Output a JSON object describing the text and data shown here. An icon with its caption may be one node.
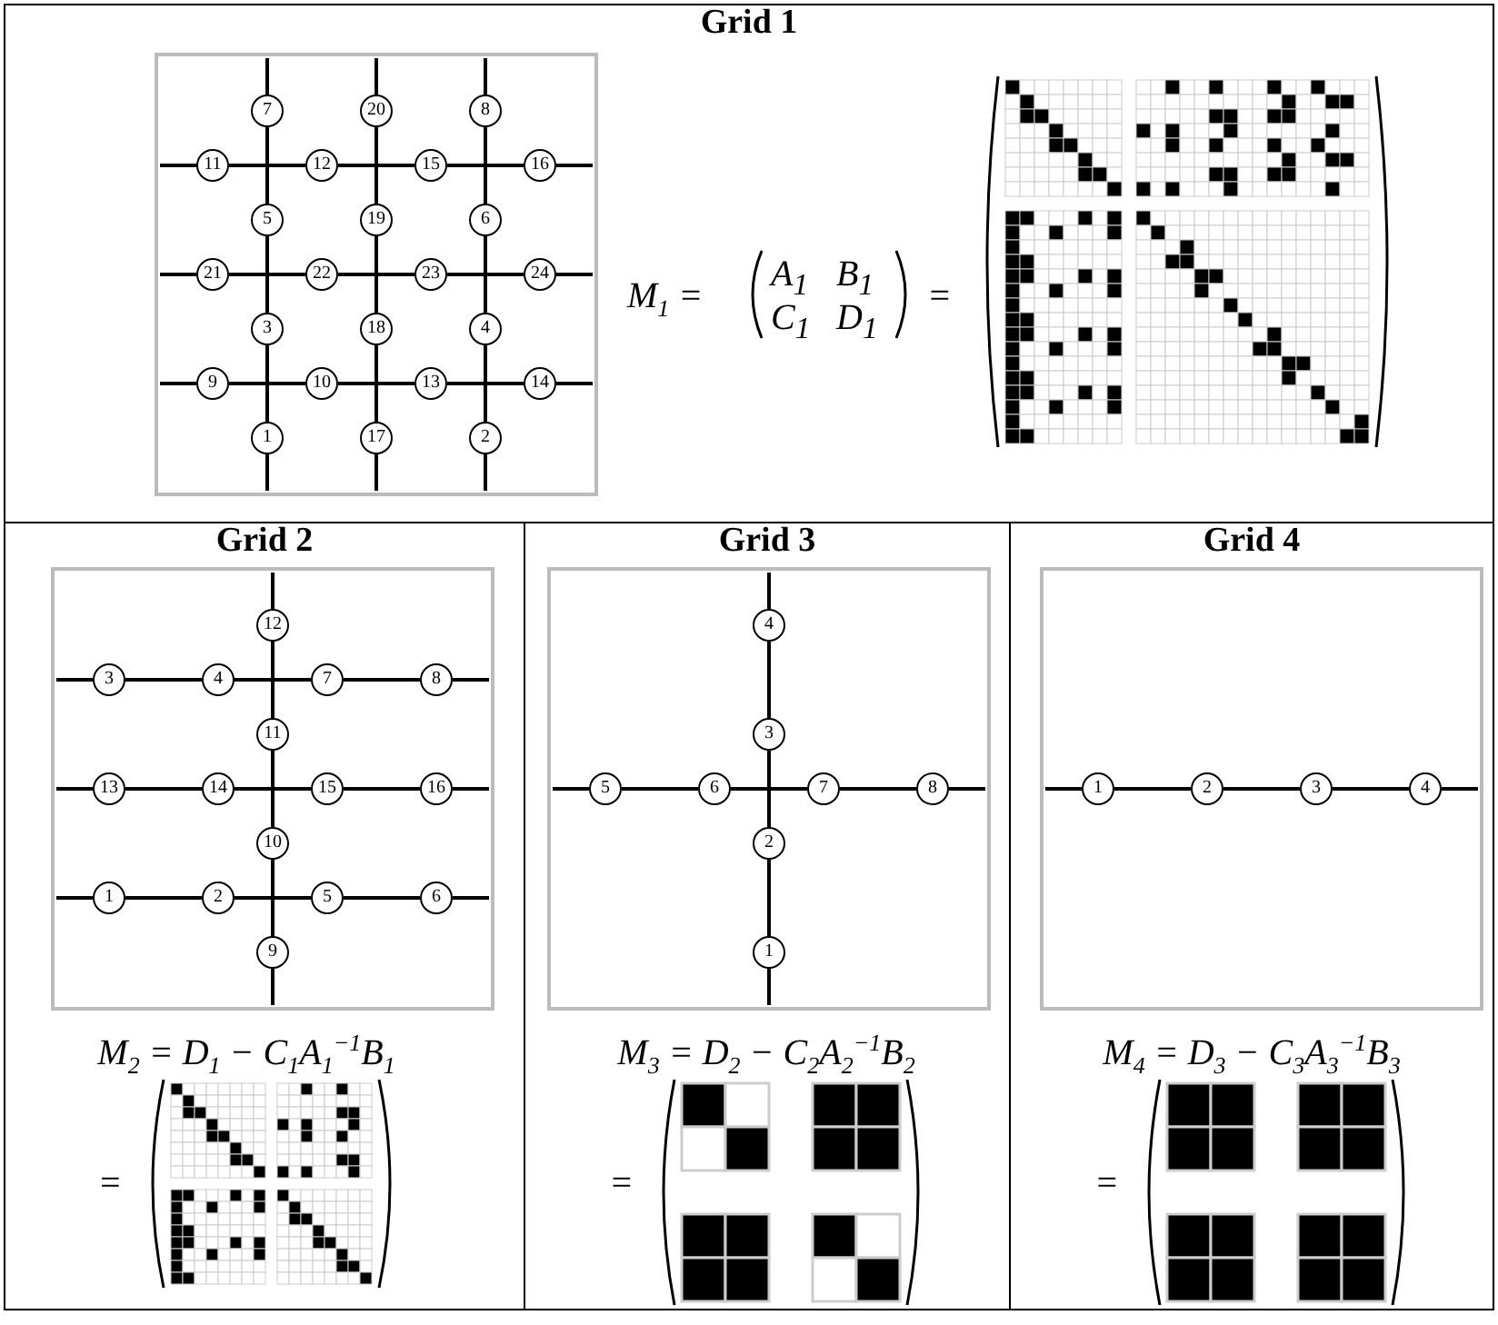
{
  "diagram": {
    "nodes": [
      {
        "text": [
          "Grid 1"
        ]
      },
      {
        "text": [
          "1"
        ],
        "in": 0
      },
      {
        "text": [
          "2"
        ],
        "in": 0
      },
      {
        "text": [
          "3"
        ],
        "in": 0
      },
      {
        "text": [
          "4"
        ],
        "in": 0
      },
      {
        "text": [
          "5"
        ],
        "in": 0
      },
      {
        "text": [
          "6"
        ],
        "in": 0
      },
      {
        "text": [
          "7"
        ],
        "in": 0
      },
      {
        "text": [
          "8"
        ],
        "in": 0
      },
      {
        "text": [
          "9"
        ],
        "in": 0
      },
      {
        "text": [
          "10"
        ],
        "in": 0
      },
      {
        "text": [
          "11"
        ],
        "in": 0
      },
      {
        "text": [
          "12"
        ],
        "in": 0
      },
      {
        "text": [
          "13"
        ],
        "in": 0
      },
      {
        "text": [
          "14"
        ],
        "in": 0
      },
      {
        "text": [
          "15"
        ],
        "in": 0
      },
      {
        "text": [
          "16"
        ],
        "in": 0
      },
      {
        "text": [
          "17"
        ],
        "in": 0
      },
      {
        "text": [
          "18"
        ],
        "in": 0
      },
      {
        "text": [
          "19"
        ],
        "in": 0
      },
      {
        "text": [
          "20"
        ],
        "in": 0
      },
      {
        "text": [
          "21"
        ],
        "in": 0
      },
      {
        "text": [
          "22"
        ],
        "in": 0
      },
      {
        "text": [
          "23"
        ],
        "in": 0
      },
      {
        "text": [
          "24"
        ],
        "in": 0
      },
      {
        "text": [
          "Grid 2"
        ]
      },
      {
        "text": [
          "1"
        ],
        "in": 25
      },
      {
        "text": [
          "2"
        ],
        "in": 25
      },
      {
        "text": [
          "3"
        ],
        "in": 25
      },
      {
        "text": [
          "4"
        ],
        "in": 25
      },
      {
        "text": [
          "5"
        ],
        "in": 25
      },
      {
        "text": [
          "6"
        ],
        "in": 25
      },
      {
        "text": [
          "7"
        ],
        "in": 25
      },
      {
        "text": [
          "8"
        ],
        "in": 25
      },
      {
        "text": [
          "9"
        ],
        "in": 25
      },
      {
        "text": [
          "10"
        ],
        "in": 25
      },
      {
        "text": [
          "11"
        ],
        "in": 25
      },
      {
        "text": [
          "12"
        ],
        "in": 25
      },
      {
        "text": [
          "13"
        ],
        "in": 25
      },
      {
        "text": [
          "14"
        ],
        "in": 25
      },
      {
        "text": [
          "15"
        ],
        "in": 25
      },
      {
        "text": [
          "16"
        ],
        "in": 25
      },
      {
        "text": [
          "Grid 3"
        ]
      },
      {
        "text": [
          "1"
        ],
        "in": 42
      },
      {
        "text": [
          "2"
        ],
        "in": 42
      },
      {
        "text": [
          "3"
        ],
        "in": 42
      },
      {
        "text": [
          "4"
        ],
        "in": 42
      },
      {
        "text": [
          "5"
        ],
        "in": 42
      },
      {
        "text": [
          "6"
        ],
        "in": 42
      },
      {
        "text": [
          "7"
        ],
        "in": 42
      },
      {
        "text": [
          "8"
        ],
        "in": 42
      },
      {
        "text": [
          "Grid 4"
        ]
      },
      {
        "text": [
          "1"
        ],
        "in": 51
      },
      {
        "text": [
          "2"
        ],
        "in": 51
      },
      {
        "text": [
          "3"
        ],
        "in": 51
      },
      {
        "text": [
          "4"
        ],
        "in": 51
      }
    ],
    "edges": [
      {
        "from": null,
        "to": 11,
        "arrow": "none"
      },
      {
        "from": 11,
        "to": 12,
        "arrow": "none"
      },
      {
        "from": 12,
        "to": 15,
        "arrow": "none"
      },
      {
        "from": 15,
        "to": 16,
        "arrow": "none"
      },
      {
        "from": 16,
        "to": null,
        "arrow": "none"
      },
      {
        "from": null,
        "to": 21,
        "arrow": "none"
      },
      {
        "from": 21,
        "to": 22,
        "arrow": "none"
      },
      {
        "from": 22,
        "to": 23,
        "arrow": "none"
      },
      {
        "from": 23,
        "to": 24,
        "arrow": "none"
      },
      {
        "from": 24,
        "to": null,
        "arrow": "none"
      },
      {
        "from": null,
        "to": 9,
        "arrow": "none"
      },
      {
        "from": 9,
        "to": 10,
        "arrow": "none"
      },
      {
        "from": 10,
        "to": 13,
        "arrow": "none"
      },
      {
        "from": 13,
        "to": 14,
        "arrow": "none"
      },
      {
        "from": 14,
        "to": null,
        "arrow": "none"
      },
      {
        "from": null,
        "to": 7,
        "arrow": "none"
      },
      {
        "from": 7,
        "to": 5,
        "arrow": "none"
      },
      {
        "from": 5,
        "to": 3,
        "arrow": "none"
      },
      {
        "from": 3,
        "to": 1,
        "arrow": "none"
      },
      {
        "from": 1,
        "to": null,
        "arrow": "none"
      },
      {
        "from": null,
        "to": 20,
        "arrow": "none"
      },
      {
        "from": 20,
        "to": 19,
        "arrow": "none"
      },
      {
        "from": 19,
        "to": 18,
        "arrow": "none"
      },
      {
        "from": 18,
        "to": 17,
        "arrow": "none"
      },
      {
        "from": 17,
        "to": null,
        "arrow": "none"
      },
      {
        "from": null,
        "to": 8,
        "arrow": "none"
      },
      {
        "from": 8,
        "to": 6,
        "arrow": "none"
      },
      {
        "from": 6,
        "to": 4,
        "arrow": "none"
      },
      {
        "from": 4,
        "to": 2,
        "arrow": "none"
      },
      {
        "from": 2,
        "to": null,
        "arrow": "none"
      },
      {
        "from": null,
        "to": 28,
        "arrow": "none"
      },
      {
        "from": 28,
        "to": 29,
        "arrow": "none"
      },
      {
        "from": 29,
        "to": 32,
        "arrow": "none"
      },
      {
        "from": 32,
        "to": 33,
        "arrow": "none"
      },
      {
        "from": 33,
        "to": null,
        "arrow": "none"
      },
      {
        "from": null,
        "to": 38,
        "arrow": "none"
      },
      {
        "from": 38,
        "to": 39,
        "arrow": "none"
      },
      {
        "from": 39,
        "to": 40,
        "arrow": "none"
      },
      {
        "from": 40,
        "to": 41,
        "arrow": "none"
      },
      {
        "from": 41,
        "to": null,
        "arrow": "none"
      },
      {
        "from": null,
        "to": 26,
        "arrow": "none"
      },
      {
        "from": 26,
        "to": 27,
        "arrow": "none"
      },
      {
        "from": 27,
        "to": 30,
        "arrow": "none"
      },
      {
        "from": 30,
        "to": 31,
        "arrow": "none"
      },
      {
        "from": 31,
        "to": null,
        "arrow": "none"
      },
      {
        "from": null,
        "to": 37,
        "arrow": "none"
      },
      {
        "from": 37,
        "to": 36,
        "arrow": "none"
      },
      {
        "from": 36,
        "to": 35,
        "arrow": "none"
      },
      {
        "from": 35,
        "to": 34,
        "arrow": "none"
      },
      {
        "from": 34,
        "to": null,
        "arrow": "none"
      },
      {
        "from": null,
        "to": 46,
        "arrow": "none"
      },
      {
        "from": 46,
        "to": 45,
        "arrow": "none"
      },
      {
        "from": 45,
        "to": 44,
        "arrow": "none"
      },
      {
        "from": 44,
        "to": 43,
        "arrow": "none"
      },
      {
        "from": 43,
        "to": null,
        "arrow": "none"
      },
      {
        "from": null,
        "to": 47,
        "arrow": "none"
      },
      {
        "from": 47,
        "to": 48,
        "arrow": "none"
      },
      {
        "from": 48,
        "to": 49,
        "arrow": "none"
      },
      {
        "from": 49,
        "to": 50,
        "arrow": "none"
      },
      {
        "from": 50,
        "to": null,
        "arrow": "none"
      },
      {
        "from": null,
        "to": 52,
        "arrow": "none"
      },
      {
        "from": 52,
        "to": 53,
        "arrow": "none"
      },
      {
        "from": 53,
        "to": 54,
        "arrow": "none"
      },
      {
        "from": 54,
        "to": 55,
        "arrow": "none"
      },
      {
        "from": 55,
        "to": null,
        "arrow": "none"
      }
    ],
    "labels": [
      "M$_{1}$ =",
      "A$_{1}$",
      "B$_{1}$",
      "C$_{1}$",
      "D$_{1}$",
      "=",
      "M$_{2}$ = D$_{1}$ − C$_{1}$A$_{1}$$^{−1}$B$_{1}$",
      "=",
      "M$_{3}$ = D$_{2}$ − C$_{2}$A$_{2}$$^{−1}$B$_{2}$",
      "=",
      "M$_{4}$ = D$_{3}$ − C$_{3}$A$_{3}$$^{−1}$B$_{3}$",
      "="
    ]
  }
}
